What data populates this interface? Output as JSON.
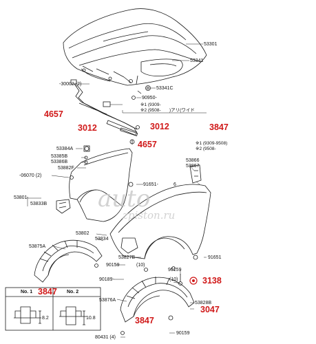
{
  "parts": {
    "p53301": "53301",
    "p53341": "53341",
    "p30002": "-30002 (2)",
    "p53341c": "53341C",
    "p90950": "90950-",
    "p53384a": "53384A",
    "p53385b": "53385B",
    "p53386b": "53386B",
    "p53882f": "53882F",
    "p06070": "-06070 (2)",
    "p91651a": "91651-",
    "p53801": "53801",
    "p53833b": "53833B",
    "p53866": "53866",
    "p53867": "53867",
    "p6": "6",
    "p53802": "53802",
    "p53834": "53834",
    "p53875a": "53875A",
    "p53827b": "53827B",
    "p90159a": "90159",
    "p10a": "(10)",
    "p90189": "90189-",
    "p90159b": "90159",
    "p10b": "(10)",
    "p91651b": "91651",
    "p53876a": "53876A",
    "p53828b": "53828B",
    "p90159c": "90159",
    "p80431": "80431 (4)"
  },
  "groups": {
    "g4657a": "4657",
    "g3012a": "3012",
    "g3012b": "3012",
    "g3847a": "3847",
    "g4657b": "4657",
    "g3138": "3138",
    "g3847b": "3847",
    "g3047": "3047",
    "g3847c": "3847"
  },
  "notes": {
    "n1a": "※1 (9309-",
    "n1b": "※2 (9508-",
    "n1c": ")アリ(ワイド",
    "n2a": "※1 (9309-9508)",
    "n2b": "※2 (9508-"
  },
  "legend": {
    "col1": "No. 1",
    "col2": "No. 2",
    "dim1": "8.2",
    "dim2": "10.8"
  },
  "watermark": {
    "line1": "auto",
    "line2": "zpiston.ru"
  },
  "colors": {
    "group_label": "#d01818",
    "line": "#1a1a1a"
  }
}
